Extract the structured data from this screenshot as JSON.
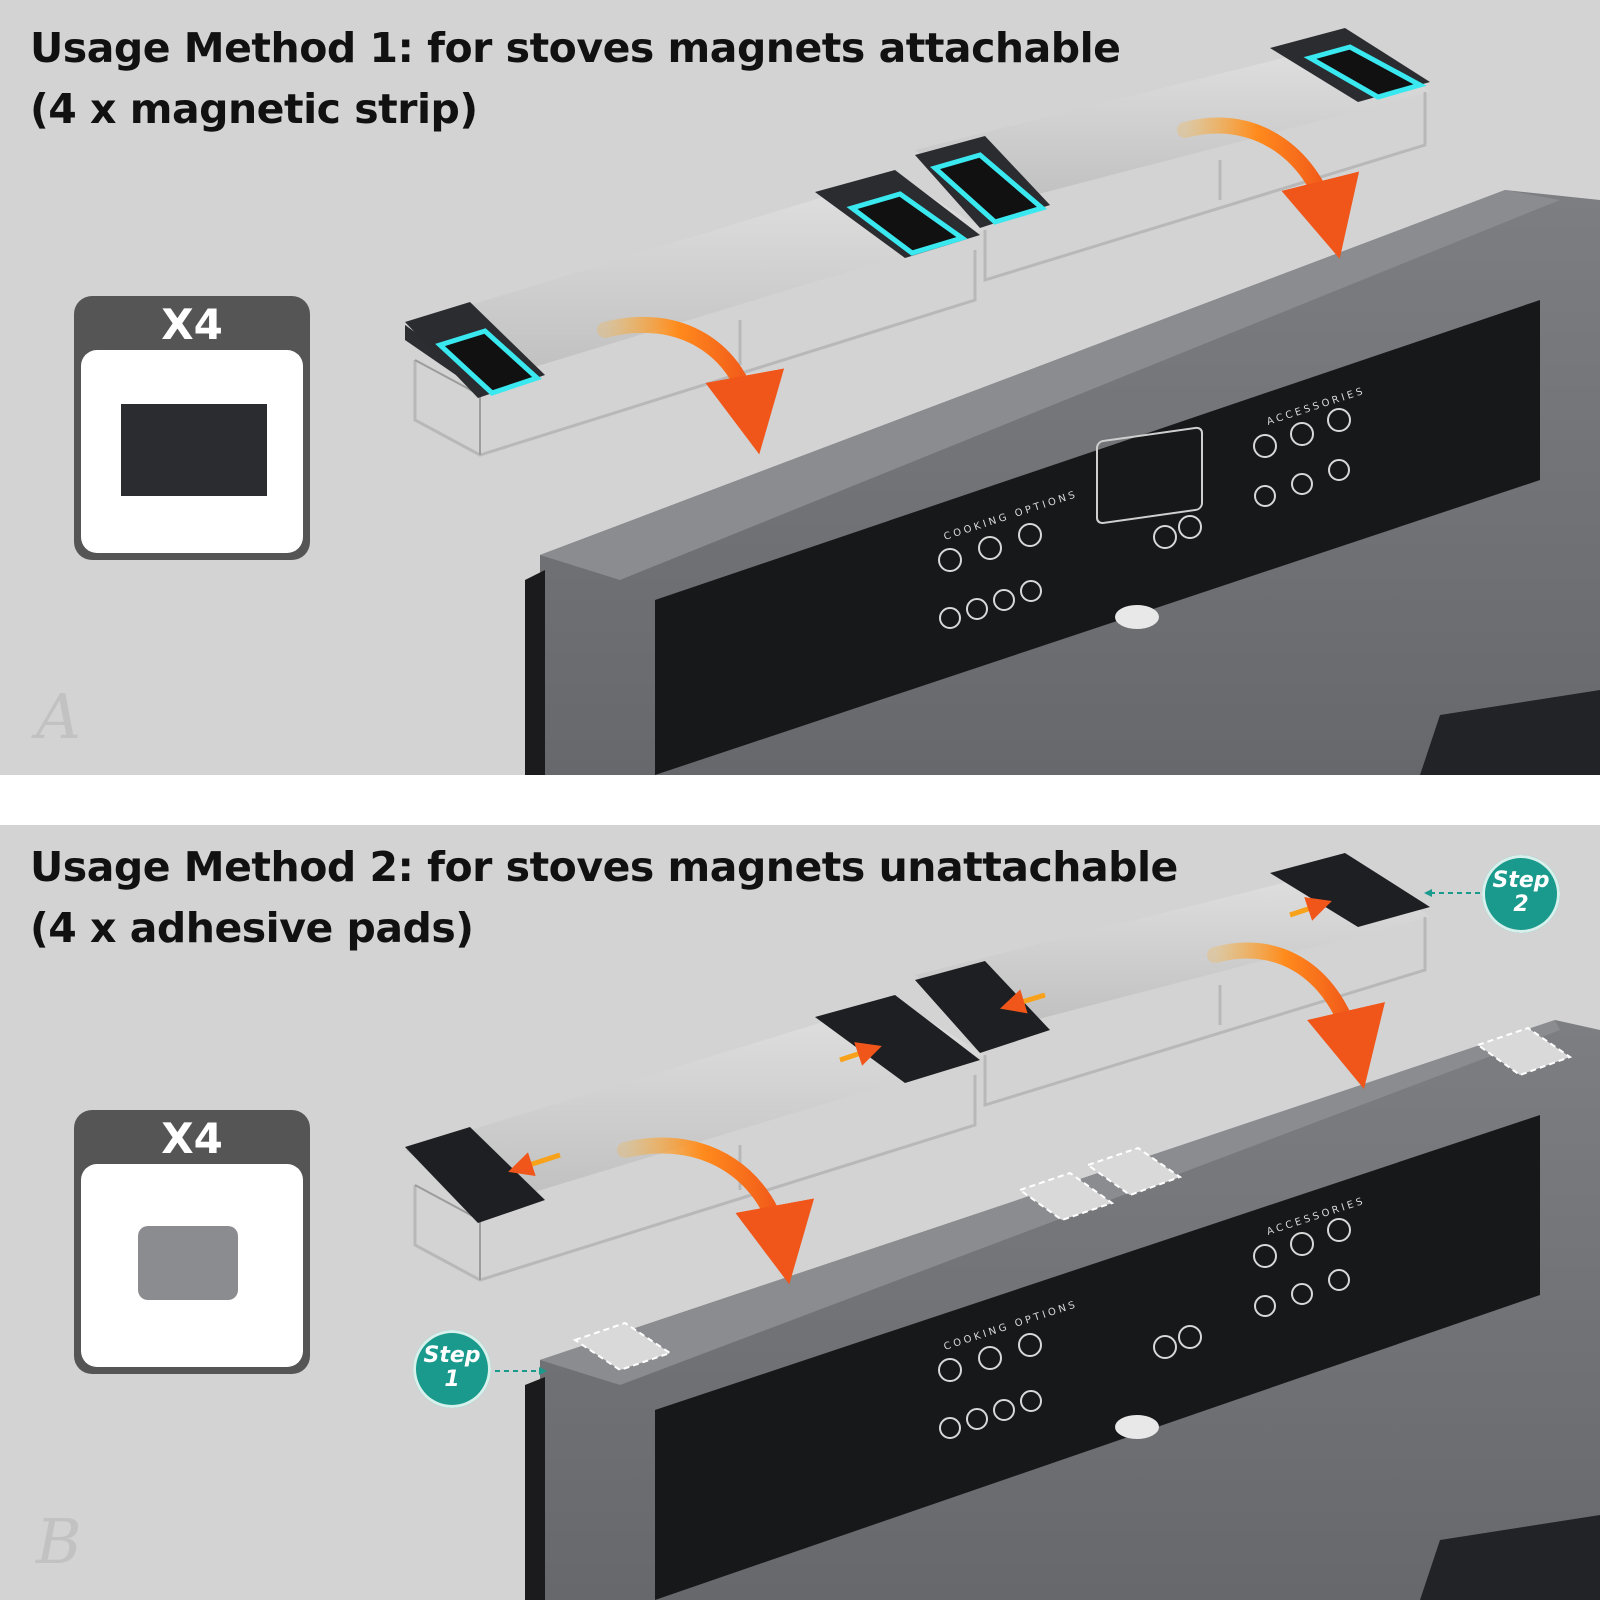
{
  "method1": {
    "title_line1": "Usage Method 1: for stoves magnets attachable",
    "title_line2": "(4 x magnetic strip)",
    "quantity": "X4",
    "panel_letter": "A"
  },
  "method2": {
    "title_line1": "Usage Method 2: for stoves magnets unattachable",
    "title_line2": "(4 x adhesive pads)",
    "quantity": "X4",
    "panel_letter": "B",
    "step1_word": "Step",
    "step1_num": "1",
    "step2_word": "Step",
    "step2_num": "2"
  },
  "stove": {
    "cooking_options_label": "COOKING OPTIONS",
    "accessories_label": "ACCESSORIES"
  },
  "colors": {
    "panel_background": "#d3d3d3",
    "arrow_orange": "#f06a1a",
    "magnet_glow": "#3ae8f0",
    "step_badge_teal": "#1a9a8c",
    "stove_body": "#6d6f73"
  }
}
